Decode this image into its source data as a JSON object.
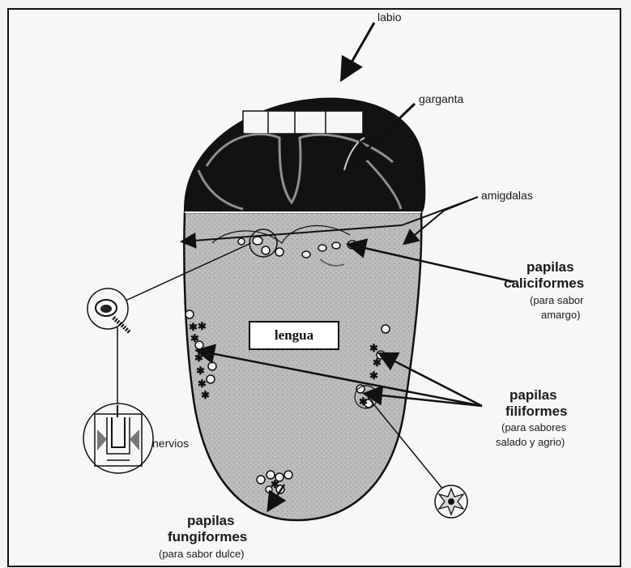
{
  "labels": {
    "labio": "labio",
    "garganta": "garganta",
    "amigdalas": "amigdalas",
    "caliciformes": {
      "line1": "papilas",
      "line2": "caliciformes",
      "sub1": "(para sabor",
      "sub2": "amargo)"
    },
    "lengua": "lengua",
    "filiformes": {
      "line1": "papilas",
      "line2": "filiformes",
      "sub1": "(para sabores",
      "sub2": "salado y agrio)"
    },
    "nervios": "nervios",
    "fungiformes": {
      "line1": "papilas",
      "line2": "fungiformes",
      "sub1": "(para sabor dulce)"
    }
  }
}
